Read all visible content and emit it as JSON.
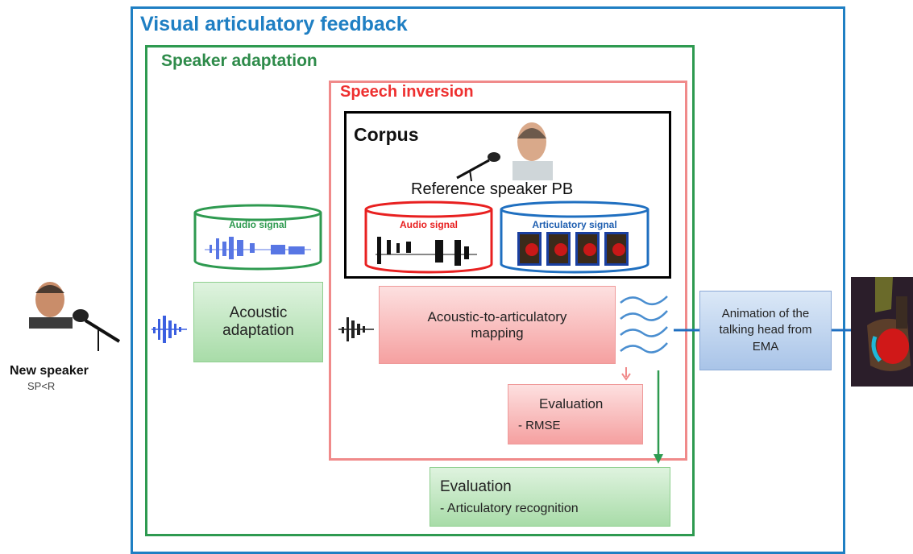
{
  "titles": {
    "visual_feedback": "Visual articulatory feedback",
    "speaker_adaptation": "Speaker adaptation",
    "speech_inversion": "Speech inversion",
    "corpus": "Corpus",
    "reference_speaker": "Reference speaker PB"
  },
  "cylinders": {
    "audio_left": "Audio signal",
    "audio_corpus": "Audio signal",
    "articulatory": "Articulatory signal"
  },
  "boxes": {
    "acoustic_adaptation": "Acoustic adaptation",
    "mapping": "Acoustic-to-articulatory mapping",
    "eval_rmse_title": "Evaluation",
    "eval_rmse_item": "- RMSE",
    "eval_recog_title": "Evaluation",
    "eval_recog_item": "- Articulatory recognition",
    "animation": "Animation of the talking head from EMA"
  },
  "speaker": {
    "label": "New speaker",
    "sub": "SP<R"
  },
  "colors": {
    "blue": "#1f7fc3",
    "green": "#2e8b4a",
    "red": "#ee3030",
    "black": "#000000"
  }
}
